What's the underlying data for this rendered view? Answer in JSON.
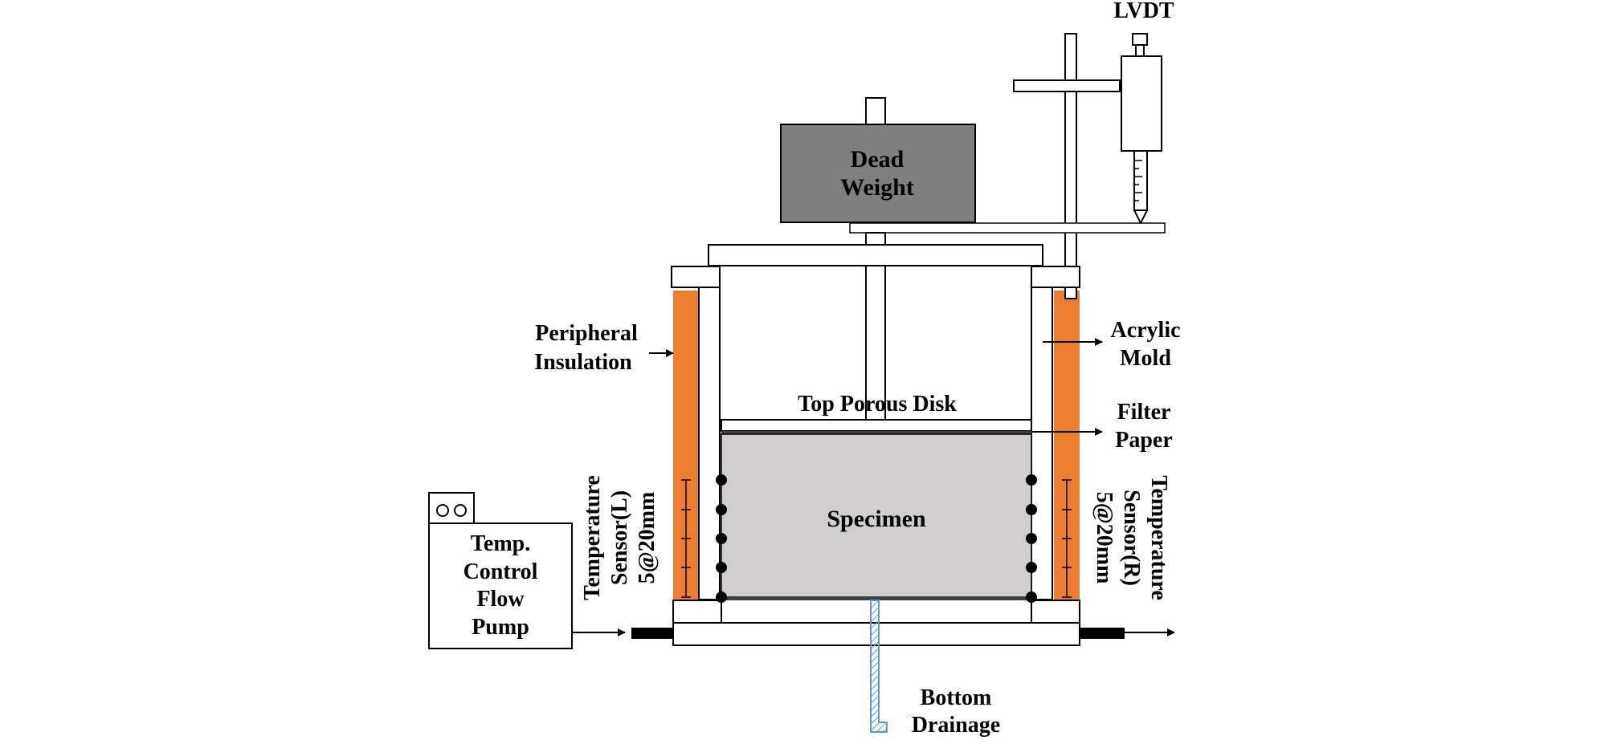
{
  "labels": {
    "lvdt": "LVDT",
    "dead_weight_line1": "Dead",
    "dead_weight_line2": "Weight",
    "peripheral_line1": "Peripheral",
    "peripheral_line2": "Insulation",
    "acrylic_line1": "Acrylic",
    "acrylic_line2": "Mold",
    "top_porous_disk": "Top Porous Disk",
    "filter_line1": "Filter",
    "filter_line2": "Paper",
    "specimen": "Specimen",
    "sensor_left_line1": "Temperature",
    "sensor_left_line2": "Sensor(L)",
    "sensor_left_line3": "5@20mm",
    "sensor_right_line1": "Temperature",
    "sensor_right_line2": "Sensor(R)",
    "sensor_right_line3": "5@20mm",
    "pump_line1": "Temp.",
    "pump_line2": "Control",
    "pump_line3": "Flow",
    "pump_line4": "Pump",
    "drain_line1": "Bottom",
    "drain_line2": "Drainage"
  },
  "colors": {
    "insulation": "#ED7D31",
    "dead_weight": "#7F7F7F",
    "specimen": "#D0CECE",
    "drain_hatch": "#5B9BD5",
    "stroke": "#000000"
  },
  "sensor_count": 5
}
